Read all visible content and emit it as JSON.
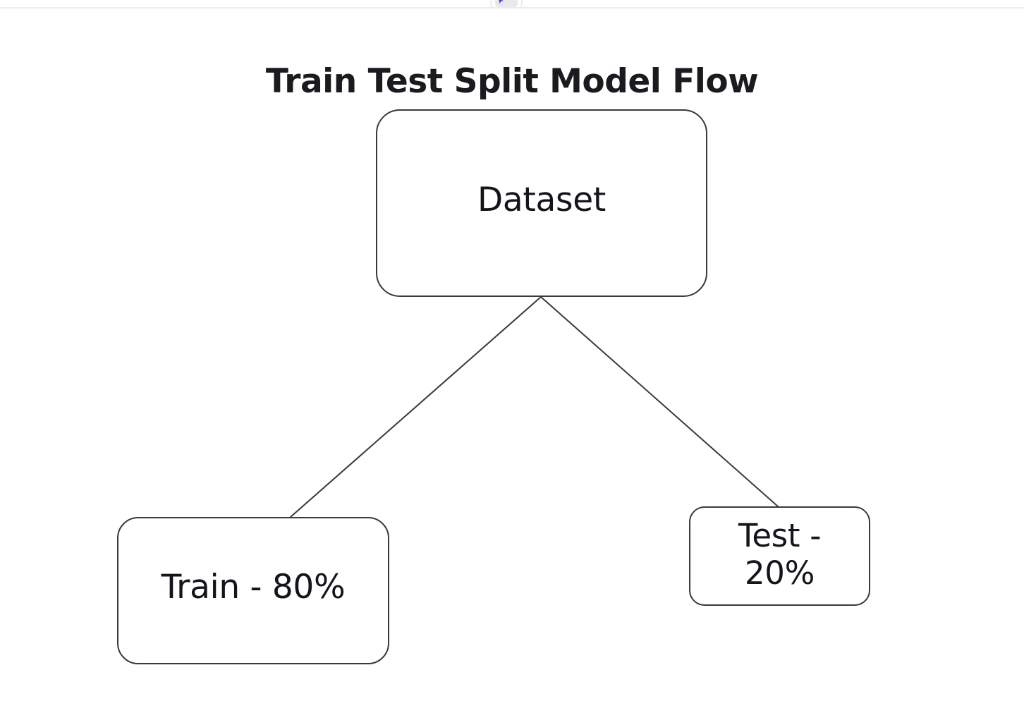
{
  "app": {
    "toolbar": {
      "visible_sliver": true,
      "selection_tool_icon": "cursor-icon",
      "accent_color": "#4b4ec8"
    },
    "canvas_background": "#ffffff"
  },
  "diagram": {
    "title": "Train Test Split Model Flow",
    "stroke_color": "#3a3a3a",
    "text_color": "#14141a",
    "nodes": [
      {
        "id": "dataset",
        "label": "Dataset"
      },
      {
        "id": "train",
        "label": "Train - 80%"
      },
      {
        "id": "test",
        "label": "Test - 20%"
      }
    ],
    "edges": [
      {
        "from": "dataset",
        "to": "train"
      },
      {
        "from": "dataset",
        "to": "test"
      }
    ]
  }
}
